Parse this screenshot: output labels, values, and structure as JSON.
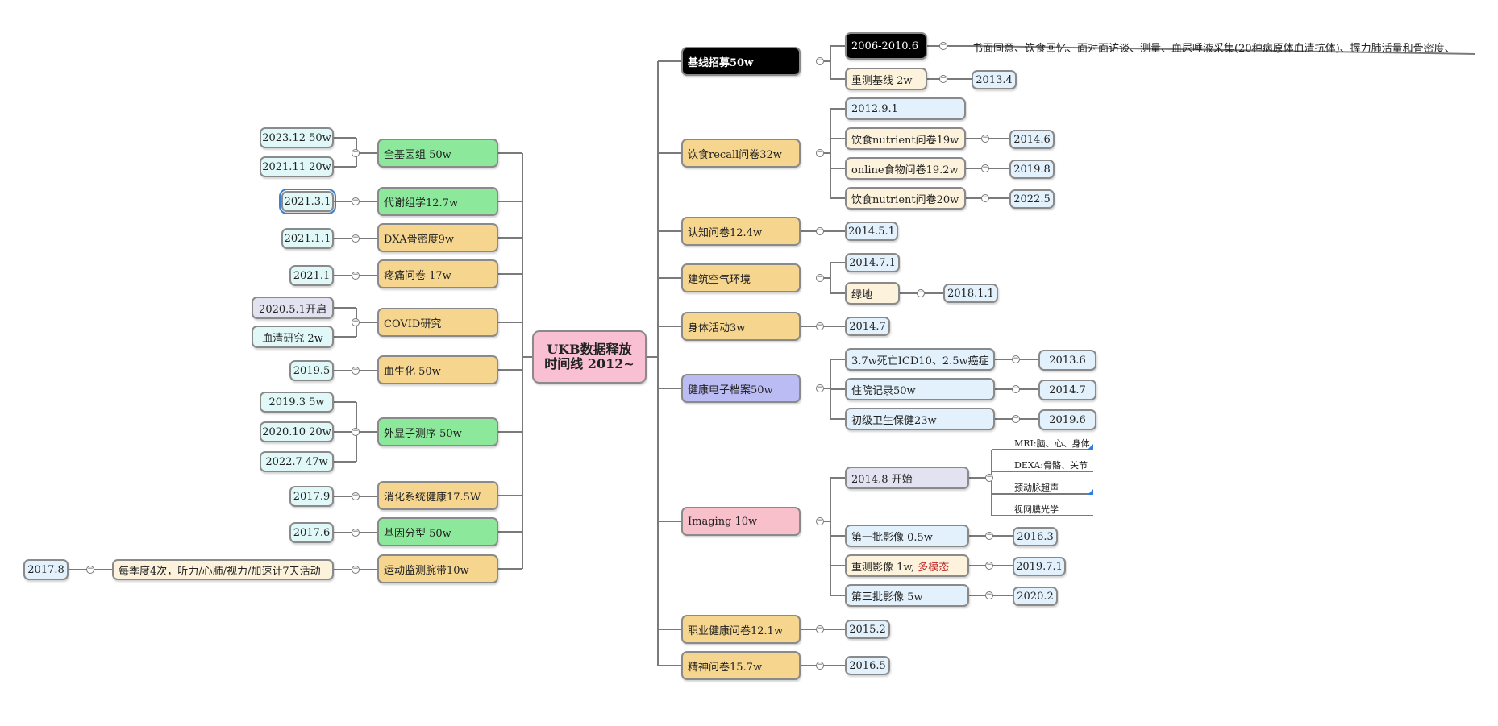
{
  "colors": {
    "center": "#f9bfd3",
    "black": "#000000",
    "orange": "#f6d68f",
    "green": "#8ce89b",
    "blue_date": "#e2f1fb",
    "cream": "#fdf3dc",
    "lavender": "#e3e2f0",
    "violet": "#bcbcf4",
    "pink": "#f7c0cb",
    "cyan_date": "#e0f8f8",
    "accent_red": "#c0282a"
  },
  "center": {
    "line1": "UKB数据释放",
    "line2": "时间线 2012~"
  },
  "right": {
    "baseline": {
      "label": "基线招募50w",
      "period": "2006-2010.6",
      "period_detail": "书面同意、饮食回忆、面对面访谈、测量、血尿唾液采集(20种病原体血清抗体)、握力肺活量和骨密度、",
      "remeasure": "重测基线 2w",
      "remeasure_date": "2013.4"
    },
    "diet": {
      "label": "饮食recall问卷32w",
      "d0": "2012.9.1",
      "i1": "饮食nutrient问卷19w",
      "i1_date": "2014.6",
      "i2": "online食物问卷19.2w",
      "i2_date": "2019.8",
      "i3": "饮食nutrient问卷20w",
      "i3_date": "2022.5"
    },
    "cognitive": {
      "label": "认知问卷12.4w",
      "date": "2014.5.1"
    },
    "air": {
      "label": "建筑空气环境",
      "date": "2014.7.1",
      "green": "绿地",
      "green_date": "2018.1.1"
    },
    "activity": {
      "label": "身体活动3w",
      "date": "2014.7"
    },
    "ehr": {
      "label": "健康电子档案50w",
      "i1": "3.7w死亡ICD10、2.5w癌症",
      "i1_date": "2013.6",
      "i2": "住院记录50w",
      "i2_date": "2014.7",
      "i3": "初级卫生保健23w",
      "i3_date": "2019.6"
    },
    "imaging": {
      "label": "Imaging 10w",
      "start": "2014.8 开始",
      "s1": "MRI:脑、心、身体",
      "s2": "DEXA:骨骼、关节",
      "s3": "颈动脉超声",
      "s4": "视网膜光学",
      "b1": "第一批影像 0.5w",
      "b1_date": "2016.3",
      "b2_prefix": "重测影像 1w, ",
      "b2_red": "多模态",
      "b2_date": "2019.7.1",
      "b3": "第三批影像 5w",
      "b3_date": "2020.2"
    },
    "occupational": {
      "label": "职业健康问卷12.1w",
      "date": "2015.2"
    },
    "mental": {
      "label": "精神问卷15.7w",
      "date": "2016.5"
    }
  },
  "left": {
    "genome": {
      "label": "全基因组 50w",
      "d1": "2023.12 50w",
      "d2": "2021.11 20w"
    },
    "metabolomics": {
      "label": "代谢组学12.7w",
      "date": "2021.3.1"
    },
    "dxa": {
      "label": "DXA骨密度9w",
      "date": "2021.1.1"
    },
    "pain": {
      "label": "疼痛问卷 17w",
      "date": "2021.1"
    },
    "covid": {
      "label": "COVID研究",
      "d1": "2020.5.1开启",
      "d2": "血清研究 2w"
    },
    "biochem": {
      "label": "血生化 50w",
      "date": "2019.5"
    },
    "exome": {
      "label": "外显子测序 50w",
      "d1": "2019.3 5w",
      "d2": "2020.10 20w",
      "d3": "2022.7 47w"
    },
    "digestive": {
      "label": "消化系统健康17.5W",
      "date": "2017.9"
    },
    "genotype": {
      "label": "基因分型 50w",
      "date": "2017.6"
    },
    "wristband": {
      "label": "运动监测腕带10w",
      "detail": "每季度4次，听力/心肺/视力/加速计7天活动",
      "date": "2017.8"
    }
  },
  "toggle_symbol": "−"
}
